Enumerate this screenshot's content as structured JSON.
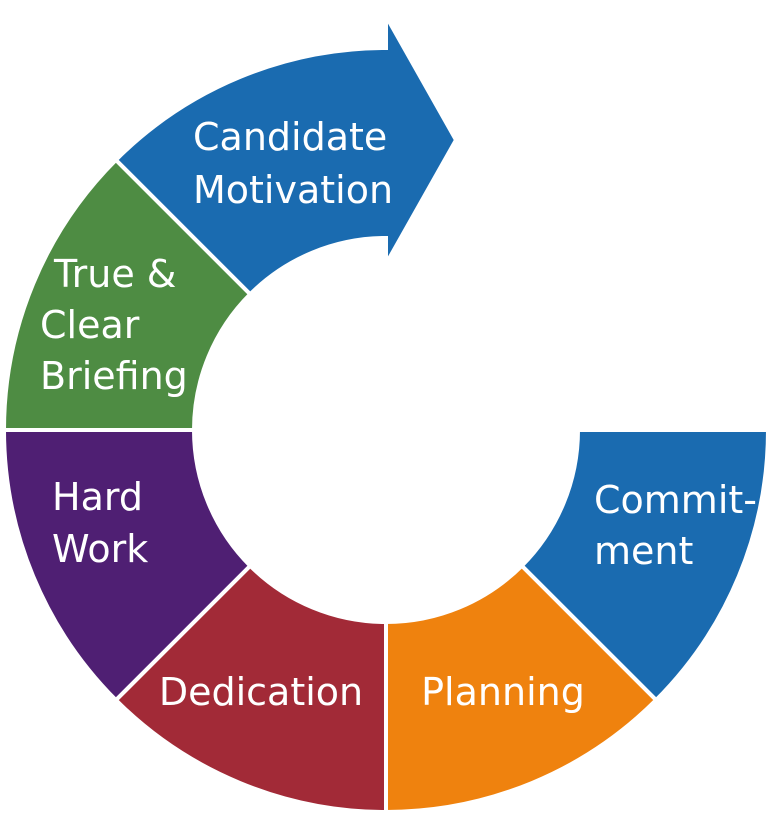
{
  "segments": [
    {
      "id": "commitment",
      "lines": [
        "Commit-",
        "ment"
      ],
      "color": "#1a6bb0"
    },
    {
      "id": "planning",
      "lines": [
        "Planning"
      ],
      "color": "#ef820e"
    },
    {
      "id": "dedication",
      "lines": [
        "Dedication"
      ],
      "color": "#a22a37"
    },
    {
      "id": "hard-work",
      "lines": [
        "Hard",
        "Work"
      ],
      "color": "#4f1f73"
    },
    {
      "id": "true-clear-briefing",
      "lines": [
        "True &",
        "Clear",
        "Briefing"
      ],
      "color": "#4e8c43"
    },
    {
      "id": "candidate-motivation",
      "lines": [
        "Candidate",
        "Motivation"
      ],
      "color": "#1a6bb0"
    }
  ]
}
